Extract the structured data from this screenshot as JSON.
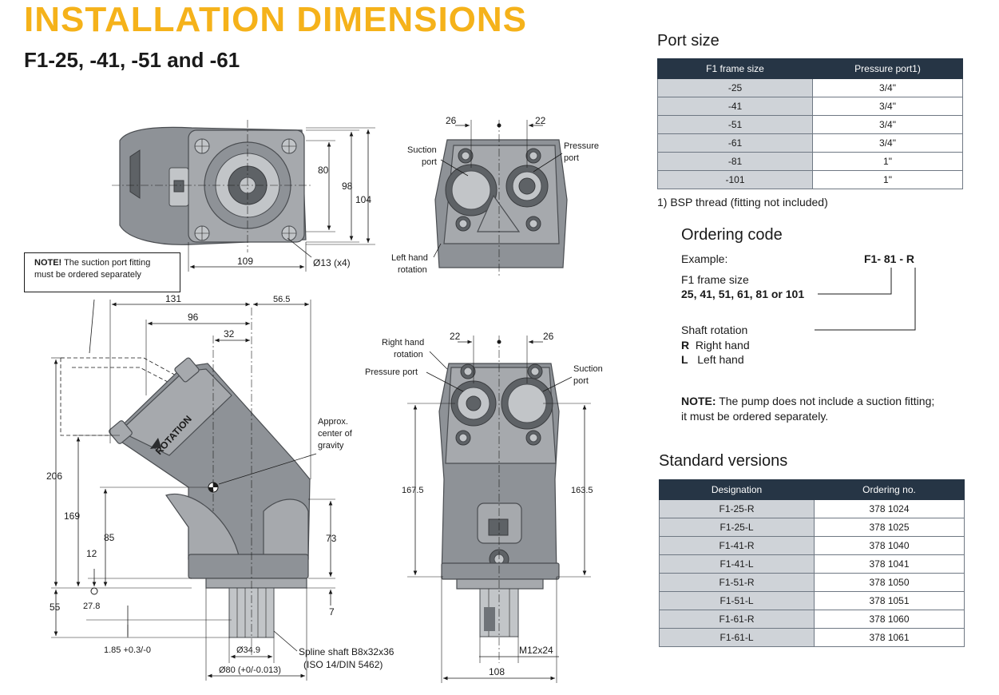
{
  "header": {
    "title": "INSTALLATION DIMENSIONS",
    "subtitle": "F1-25, -41, -51 and -61"
  },
  "port_size": {
    "heading": "Port size",
    "columns": [
      "F1 frame size",
      "Pressure port1)"
    ],
    "rows": [
      [
        "-25",
        "3/4\""
      ],
      [
        "-41",
        "3/4\""
      ],
      [
        "-51",
        "3/4\""
      ],
      [
        "-61",
        "3/4\""
      ],
      [
        "-81",
        "1\""
      ],
      [
        "-101",
        "1\""
      ]
    ],
    "footnote": "1) BSP thread (fitting not included)"
  },
  "ordering_code": {
    "heading": "Ordering code",
    "example_label": "Example:",
    "example_code": "F1- 81 - R",
    "frame_size_label": "F1 frame size",
    "frame_size_values": "25, 41, 51, 61, 81 or 101",
    "shaft_rotation_label": "Shaft rotation",
    "right_code": "R",
    "right_label": "Right hand",
    "left_code": "L",
    "left_label": "Left hand",
    "note_bold": "NOTE:",
    "note_text": " The pump does not include a suction fitting;",
    "note_text2": "it must be ordered separately."
  },
  "standard_versions": {
    "heading": "Standard versions",
    "columns": [
      "Designation",
      "Ordering no."
    ],
    "rows": [
      [
        "F1-25-R",
        "378 1024"
      ],
      [
        "F1-25-L",
        "378 1025"
      ],
      [
        "F1-41-R",
        "378 1040"
      ],
      [
        "F1-41-L",
        "378 1041"
      ],
      [
        "F1-51-R",
        "378 1050"
      ],
      [
        "F1-51-L",
        "378 1051"
      ],
      [
        "F1-61-R",
        "378 1060"
      ],
      [
        "F1-61-L",
        "378 1061"
      ]
    ]
  },
  "drawing": {
    "note_bold": "NOTE!",
    "note_text1": " The suction port fitting",
    "note_text2": "must be ordered separately",
    "rotation_text": "ROTATION",
    "top_view": {
      "d80": "80",
      "d98": "98",
      "d104": "104",
      "d109": "109",
      "holes": "Ø13 (x4)"
    },
    "side_view": {
      "d131": "131",
      "d56_5": "56.5",
      "d96": "96",
      "d32": "32",
      "d206": "206",
      "d169": "169",
      "d85": "85",
      "d73": "73",
      "d12": "12",
      "d55": "55",
      "d27_8": "27.8",
      "d7": "7",
      "tol": "1.85 +0.3/-0",
      "shaft_d": "Ø34.9",
      "flange_d": "Ø80 (+0/-0.013)",
      "spline1": "Spline shaft B8x32x36",
      "spline2": "(ISO 14/DIN 5462)",
      "cog1": "Approx.",
      "cog2": "center of",
      "cog3": "gravity"
    },
    "left_hand_view": {
      "d26": "26",
      "d22": "22",
      "suction1": "Suction",
      "suction2": "port",
      "pressure1": "Pressure",
      "pressure2": "port",
      "lh1": "Left hand",
      "lh2": "rotation"
    },
    "right_hand_view": {
      "d22": "22",
      "d26": "26",
      "rh1": "Right hand",
      "rh2": "rotation",
      "pressure": "Pressure port",
      "suction1": "Suction",
      "suction2": "port",
      "d167_5": "167.5",
      "d163_5": "163.5",
      "m12": "M12x24",
      "d108": "108"
    }
  }
}
